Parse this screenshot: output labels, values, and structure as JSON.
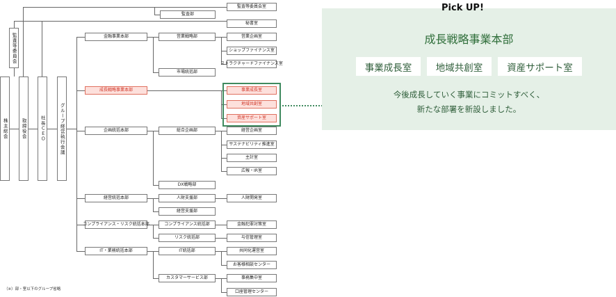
{
  "pickup": {
    "title": "Pick UP!",
    "headline": "成長戦略事業本部",
    "tags": [
      "事業成長室",
      "地域共創室",
      "資産サポート室"
    ],
    "description_line1": "今後成長していく事業にコミットすべく、",
    "description_line2": "新たな部署を新設しました。"
  },
  "footnote": "（※）部・室以下のグループ省略",
  "org": {
    "shareholders": "株主総会",
    "audit_committee": "監査等委員会",
    "board": "取締役会",
    "ceo": "社長ＣＥＯ",
    "exec_committee": "グループ経営執行会議",
    "audit_committee_office": "監査等委員会室",
    "audit_dept": "監査部",
    "secretary": "秘書室",
    "finance_hq": "金融事業本部",
    "sales_strategy": "営業戦略部",
    "sales_planning": "営業企画室",
    "shop_finance": "ショップファイナンス室",
    "structured_finance": "ストラクチャードファイナンス室",
    "market_dept": "市場統括部",
    "growth_hq": "成長戦略事業本部",
    "biz_growth": "事業成長室",
    "regional": "地域共創室",
    "asset_support": "資産サポート室",
    "planning_hq": "企画統括本部",
    "general_planning": "総合企画部",
    "management_planning": "経営企画室",
    "sustainability": "サステナビリティ推進室",
    "accounting": "主計室",
    "pr_ir": "広報・IR室",
    "dx": "DX戦略部",
    "admin_hq": "経営統括本部",
    "hr": "人財支援部",
    "hr_dev": "人財開発室",
    "mgmt_support": "経営支援部",
    "compliance_hq": "コンプライアンス・リスク統括本部",
    "compliance_dept": "コンプライアンス統括部",
    "crime_prevention": "金融犯罪対策室",
    "risk_dept": "リスク統括部",
    "credit_mgmt": "与信管理室",
    "it_hq": "IT・業務統括本部",
    "it_dept": "IT統括部",
    "shared_ops": "共同化運営室",
    "customer_center": "お客様相談センター",
    "cs_dept": "カスタマーサービス部",
    "admin_center": "事務集中室",
    "account_center": "口座管理センター"
  }
}
